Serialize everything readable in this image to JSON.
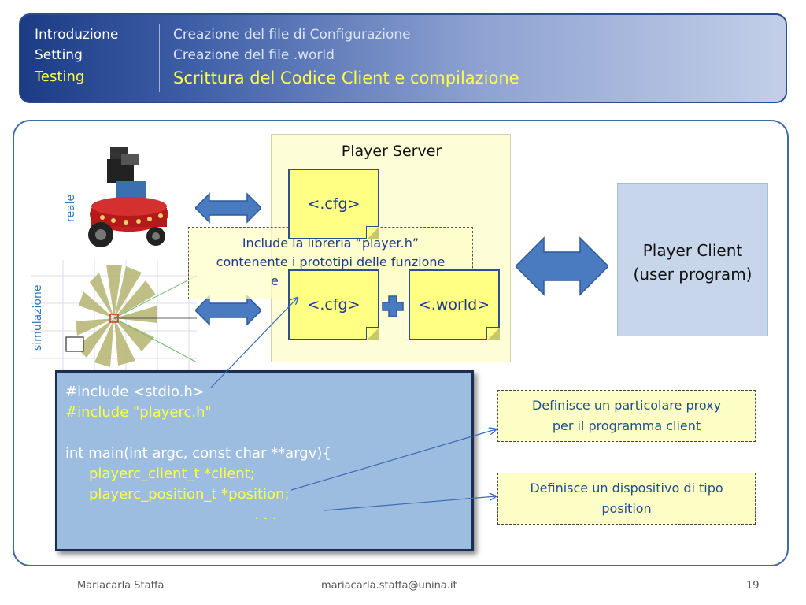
{
  "header": {
    "nav": [
      "Introduzione",
      "Setting",
      "Testing"
    ],
    "subsections": [
      "Creazione del file di Configurazione",
      "Creazione del file .world"
    ],
    "current_subsection": "Scrittura del Codice Client e compilazione"
  },
  "labels": {
    "reale": "reale",
    "simulazione": "simulazione"
  },
  "server": {
    "title": "Player Server",
    "cfg_top": "<.cfg>",
    "cfg_bottom": "<.cfg>",
    "world": "<.world>"
  },
  "include_note": {
    "line1": "Include la libreria “player.h”",
    "line2": "contenente i prototipi delle funzione",
    "line3": "e"
  },
  "client": {
    "line1": "Player Client",
    "line2": "(user program)"
  },
  "code": {
    "line1": "#include <stdio.h>",
    "line2": "#include \"playerc.h\"",
    "line3": "int main(int argc, const char **argv){",
    "line4": "playerc_client_t *client;",
    "line5": "playerc_position_t *position;",
    "line6": ". . ."
  },
  "callouts": {
    "proxy": [
      "Definisce un particolare proxy",
      "per il programma client"
    ],
    "position": [
      "Definisce un dispositivo di tipo",
      "position"
    ]
  },
  "footer": {
    "author": "Mariacarla Staffa",
    "email": "mariacarla.staffa@unina.it",
    "page": "19"
  },
  "colors": {
    "accent": "#1c3b85",
    "highlight": "#ffff40",
    "arrow": "#4a7bc0"
  }
}
